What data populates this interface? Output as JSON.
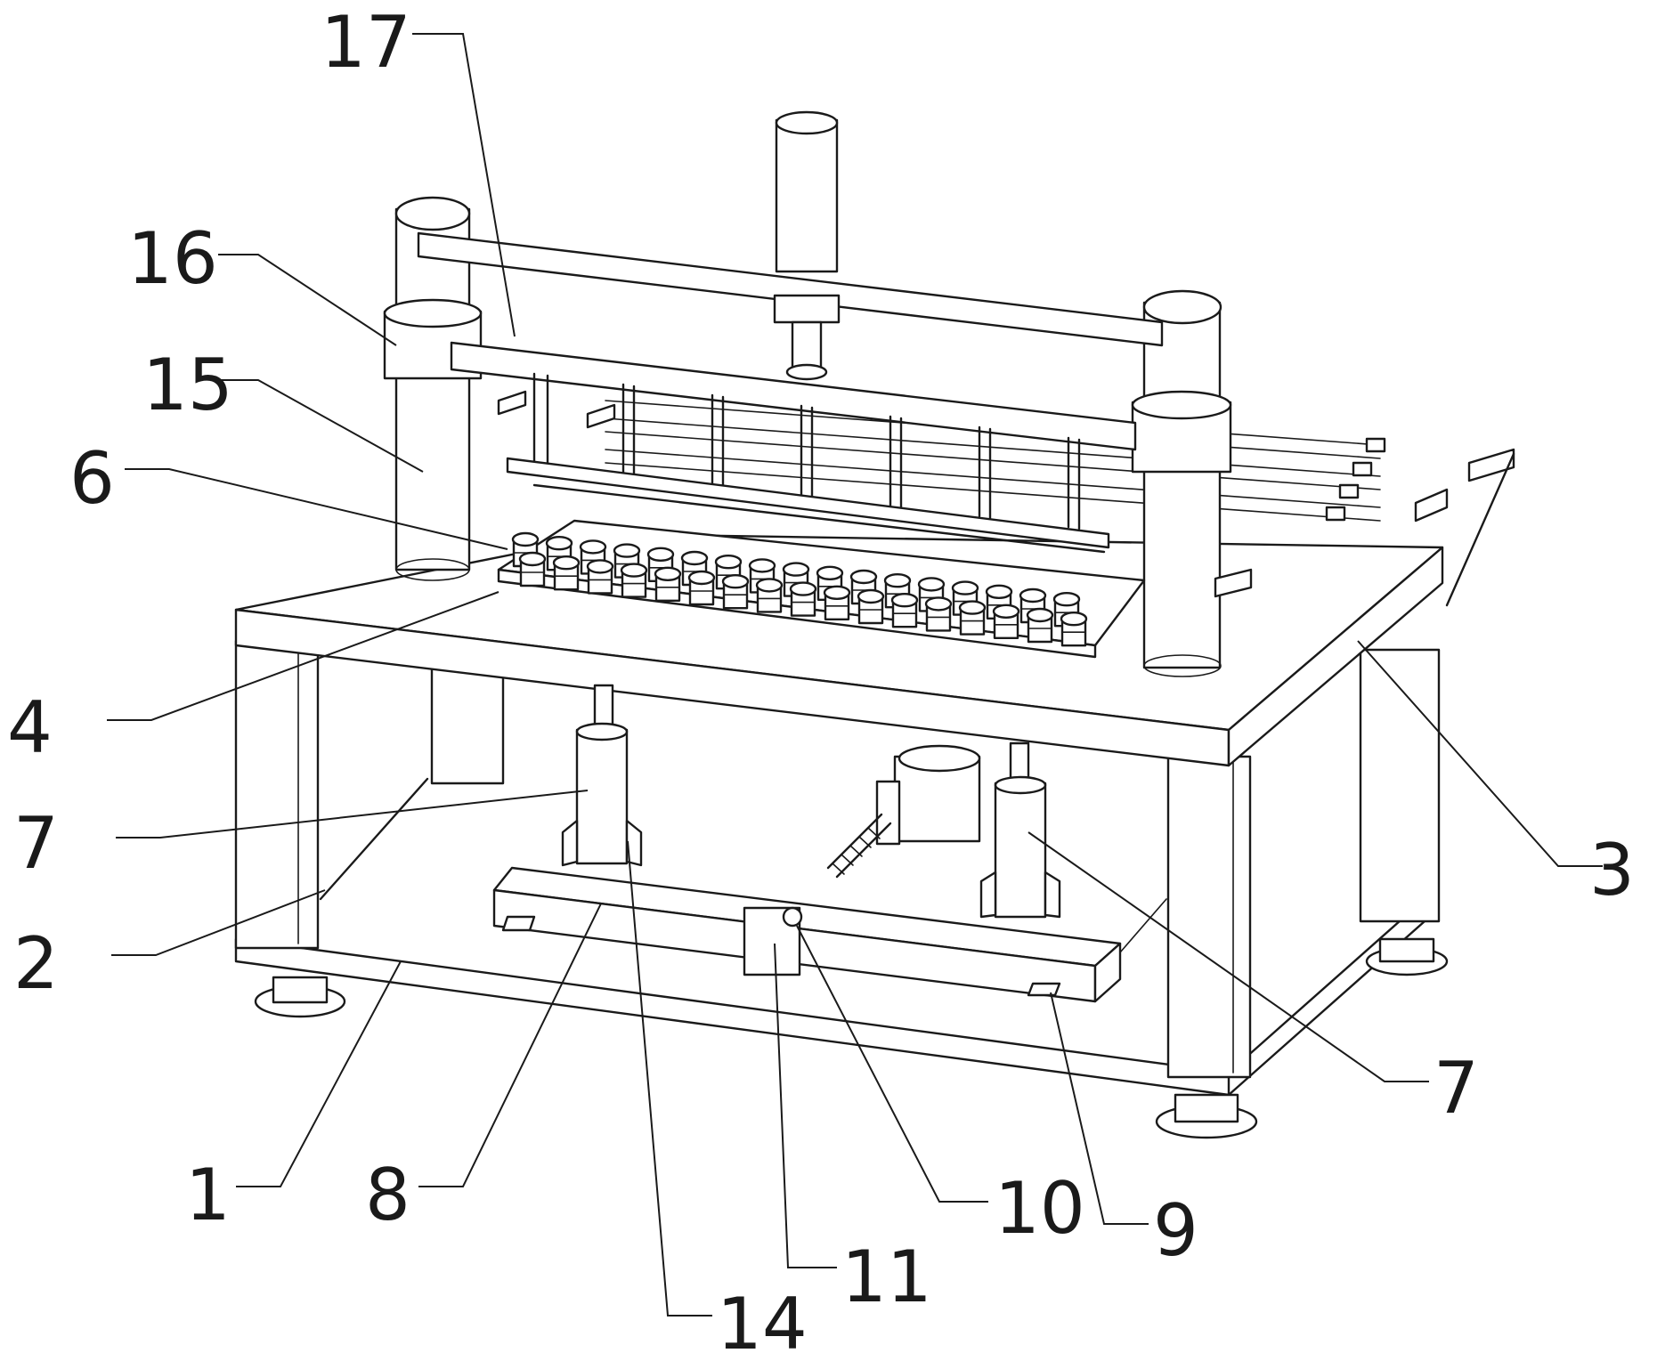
{
  "figure": {
    "labels": [
      {
        "id": "l17",
        "text": "17"
      },
      {
        "id": "l16",
        "text": "16"
      },
      {
        "id": "l15",
        "text": "15"
      },
      {
        "id": "l6",
        "text": "6"
      },
      {
        "id": "l4",
        "text": "4"
      },
      {
        "id": "l7a",
        "text": "7"
      },
      {
        "id": "l2",
        "text": "2"
      },
      {
        "id": "l1",
        "text": "1"
      },
      {
        "id": "l8",
        "text": "8"
      },
      {
        "id": "l14",
        "text": "14"
      },
      {
        "id": "l11",
        "text": "11"
      },
      {
        "id": "l10",
        "text": "10"
      },
      {
        "id": "l9",
        "text": "9"
      },
      {
        "id": "l7b",
        "text": "7"
      },
      {
        "id": "l3",
        "text": "3"
      }
    ]
  }
}
